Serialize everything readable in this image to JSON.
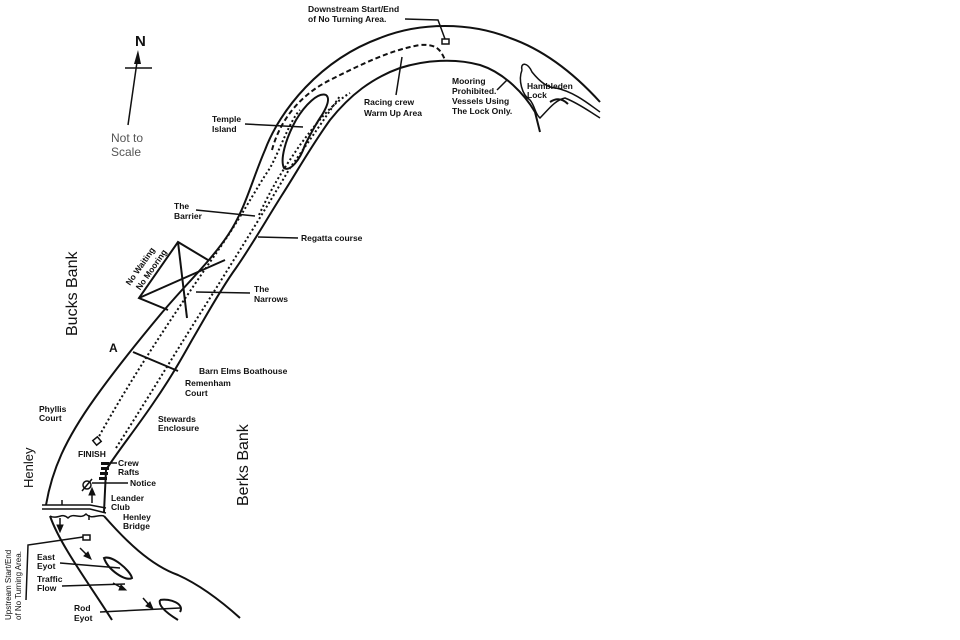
{
  "compass": {
    "north": "N",
    "scale_note": [
      "Not to",
      "Scale"
    ]
  },
  "banks": {
    "bucks": "Bucks Bank",
    "berks": "Berks Bank",
    "henley": "Henley"
  },
  "labels": {
    "downstream": [
      "Downstream Start/End",
      "of No Turning Area."
    ],
    "upstream": [
      "Upstream Start/End",
      "of No Turning Area."
    ],
    "mooring": [
      "Mooring",
      "Prohibited.",
      "Vessels Using",
      "The Lock Only."
    ],
    "hambleden": [
      "Hambleden",
      "Lock"
    ],
    "warmup": [
      "Racing crew",
      "Warm Up Area"
    ],
    "temple": [
      "Temple",
      "Island"
    ],
    "barrier": [
      "The",
      "Barrier"
    ],
    "regatta": "Regatta course",
    "no_waiting": [
      "No Waiting",
      "No Mooring"
    ],
    "narrows": [
      "The",
      "Narrows"
    ],
    "a": "A",
    "barn_elms": "Barn Elms Boathouse",
    "remenham": [
      "Remenham",
      "Court"
    ],
    "phyllis": [
      "Phyllis",
      "Court"
    ],
    "stewards": [
      "Stewards",
      "Enclosure"
    ],
    "finish": "FINISH",
    "crew_rafts": [
      "Crew",
      "Rafts"
    ],
    "notice": "Notice",
    "leander": [
      "Leander",
      "Club"
    ],
    "bridge": [
      "Henley",
      "Bridge"
    ],
    "east_eyot": [
      "East",
      "Eyot"
    ],
    "traffic": [
      "Traffic",
      "Flow"
    ],
    "rod_eyot": [
      "Rod",
      "Eyot"
    ]
  }
}
